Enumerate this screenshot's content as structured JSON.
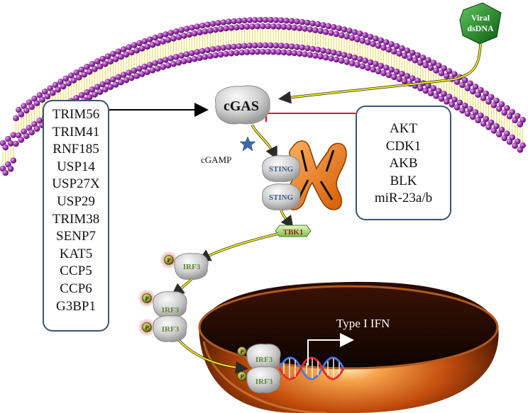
{
  "labels": {
    "viral": "Viral",
    "dsdna": "dsDNA",
    "cgas": "cGAS",
    "cgamp": "cGAMP",
    "sting_1": "STING",
    "sting_2": "STING",
    "tbk1": "TBK1",
    "irf3_1": "IRF3",
    "irf3_2": "IRF3",
    "irf3_3": "IRF3",
    "irf3_4": "IRF3",
    "irf3_5": "IRF3",
    "phos": "P",
    "type1ifn": "Type I IFN"
  },
  "positive_regulators": [
    "TRIM56",
    "TRIM41",
    "RNF185",
    "USP14",
    "USP27X",
    "USP29",
    "TRIM38",
    "SENP7",
    "KAT5",
    "CCP5",
    "CCP6",
    "G3BP1"
  ],
  "negative_regulators": [
    "AKT",
    "CDK1",
    "AKB",
    "BLK",
    "miR-23a/b"
  ],
  "colors": {
    "membrane_head": "#8a2a9a",
    "membrane_tail": "#e8d84a",
    "arrow_yellow": "#f2ec1a",
    "activation_arrow": "#000000",
    "inhibition": "#cc2222",
    "box_border": "#3b5570",
    "mitochondria": "#e8781a",
    "nucleus": "#c8500f",
    "dsdna_green": "#2d8a2d",
    "tbk1_green": "#a8d880",
    "irf3_text": "#5f8a3a",
    "sting_text": "#3a5a8a"
  }
}
